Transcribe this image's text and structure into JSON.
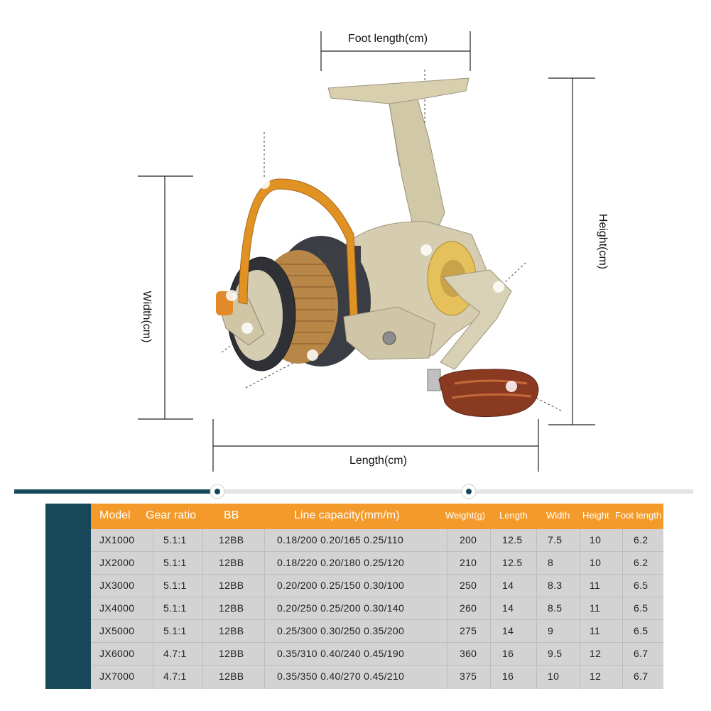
{
  "dimensions": {
    "foot_length": "Foot length(cm)",
    "height": "Height(cm)",
    "width": "Width(cm)",
    "length": "Length(cm)"
  },
  "colors": {
    "header_orange": "#f39a2a",
    "side_teal": "#17485a",
    "table_bg": "#d3d3d3",
    "reel_gold": "#d8cfae",
    "bail_orange": "#e1901e",
    "spool_dark": "#3a3d44",
    "handle_wood": "#8b3a22"
  },
  "table": {
    "headers": [
      "Model",
      "Gear ratio",
      "BB",
      "Line capacity(mm/m)",
      "Weight(g)",
      "Length",
      "Width",
      "Height",
      "Foot length"
    ],
    "rows": [
      [
        "JX1000",
        "5.1:1",
        "12BB",
        "0.18/200 0.20/165 0.25/110",
        "200",
        "12.5",
        "7.5",
        "10",
        "6.2"
      ],
      [
        "JX2000",
        "5.1:1",
        "12BB",
        "0.18/220 0.20/180 0.25/120",
        "210",
        "12.5",
        "8",
        "10",
        "6.2"
      ],
      [
        "JX3000",
        "5.1:1",
        "12BB",
        "0.20/200 0.25/150 0.30/100",
        "250",
        "14",
        "8.3",
        "11",
        "6.5"
      ],
      [
        "JX4000",
        "5.1:1",
        "12BB",
        "0.20/250 0.25/200 0.30/140",
        "260",
        "14",
        "8.5",
        "11",
        "6.5"
      ],
      [
        "JX5000",
        "5.1:1",
        "12BB",
        "0.25/300 0.30/250 0.35/200",
        "275",
        "14",
        "9",
        "11",
        "6.5"
      ],
      [
        "JX6000",
        "4.7:1",
        "12BB",
        "0.35/310 0.40/240 0.45/190",
        "360",
        "16",
        "9.5",
        "12",
        "6.7"
      ],
      [
        "JX7000",
        "4.7:1",
        "12BB",
        "0.35/350 0.40/270 0.45/210",
        "375",
        "16",
        "10",
        "12",
        "6.7"
      ]
    ]
  }
}
